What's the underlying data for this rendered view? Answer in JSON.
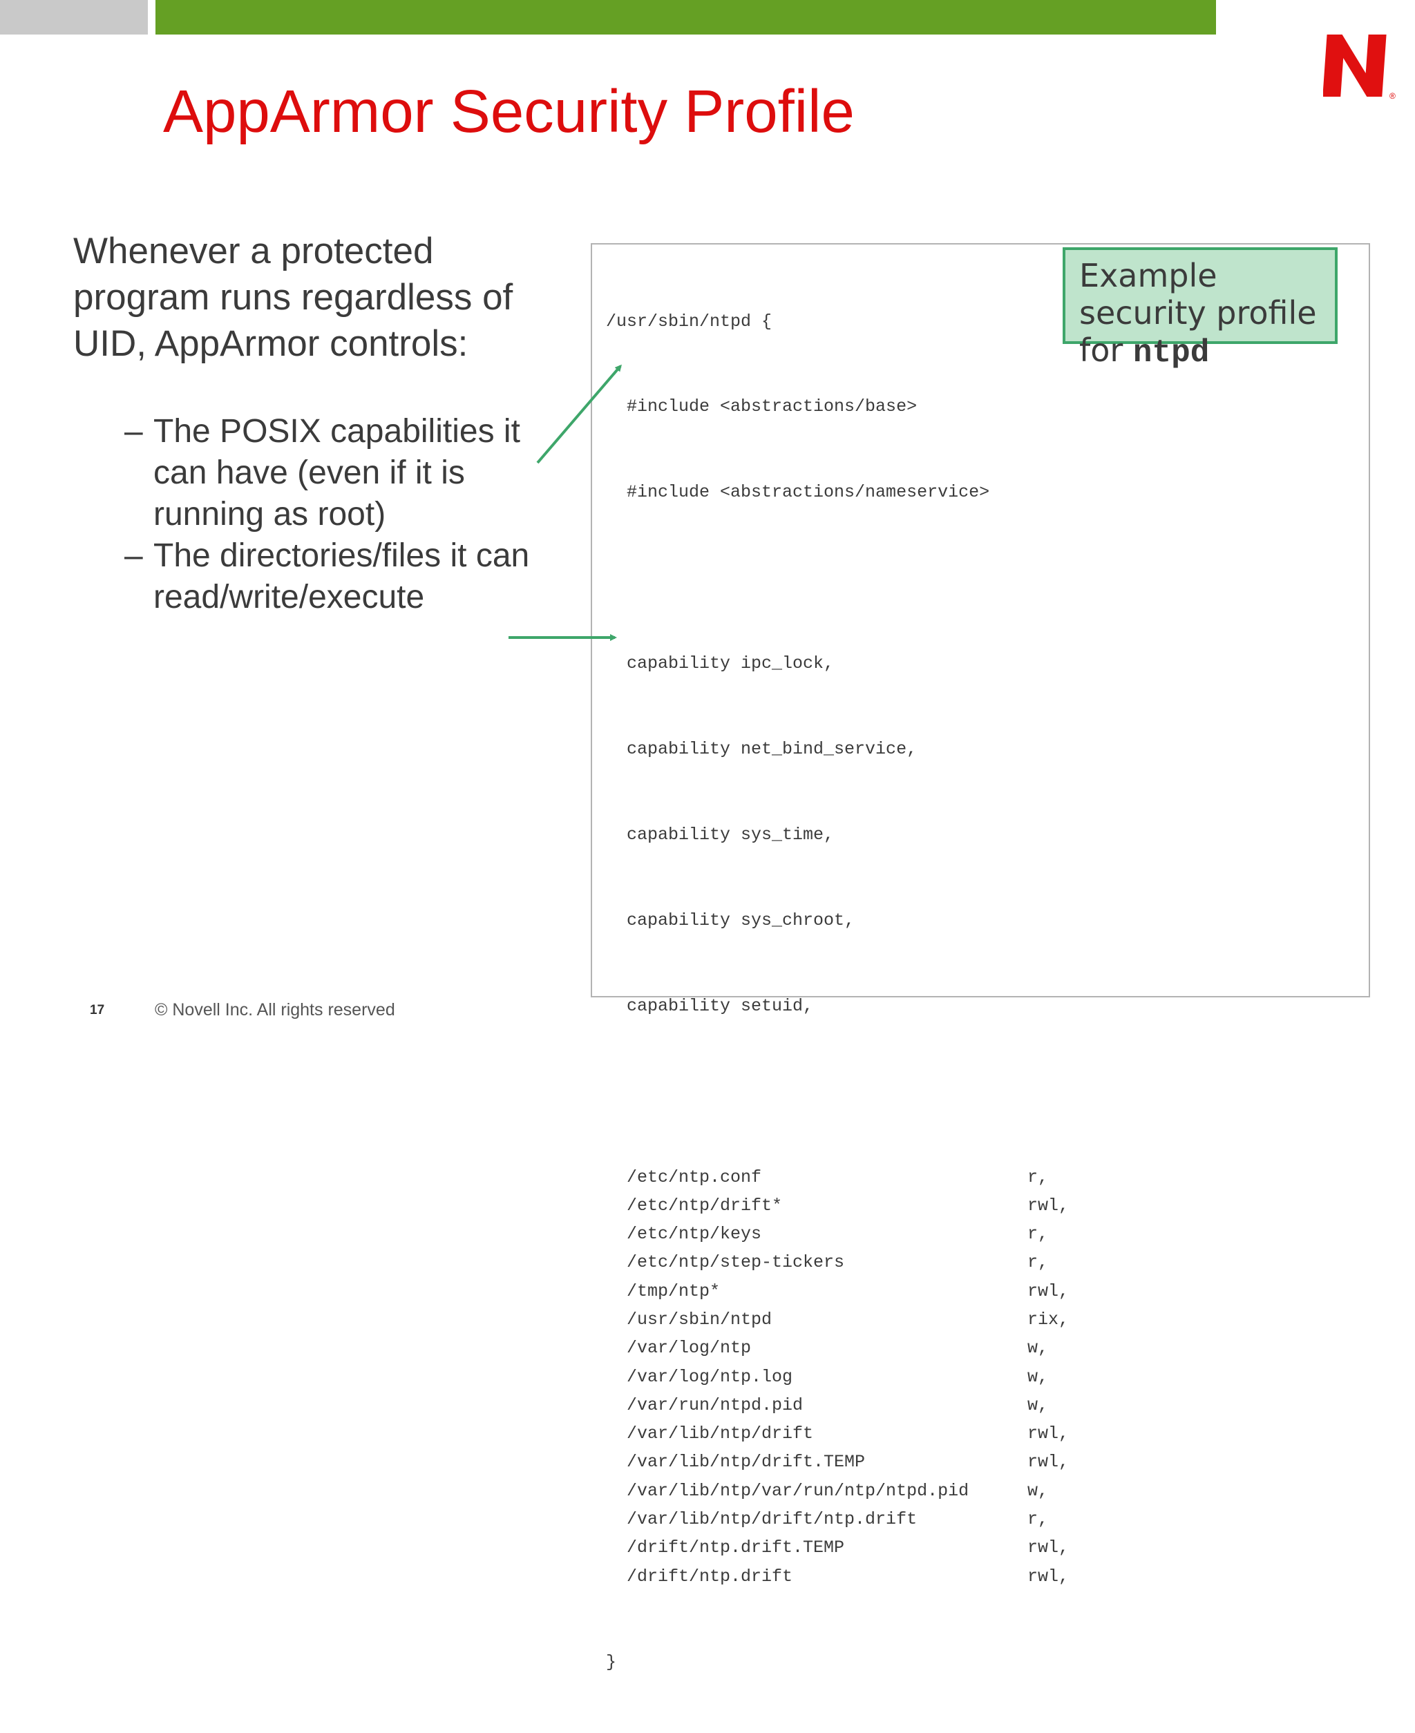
{
  "slide": {
    "title": "AppArmor Security Profile",
    "intro": "Whenever a protected program runs regardless of UID, AppArmor controls:",
    "bullets": [
      {
        "dash": "–",
        "text": "The POSIX capabilities it can have (even if it is running as root)"
      },
      {
        "dash": "–",
        "text": "The directories/files it can read/write/execute"
      }
    ],
    "logo_letter": "N",
    "logo_mark": "®"
  },
  "profile": {
    "open": "/usr/sbin/ntpd {",
    "includes": [
      "#include <abstractions/base>",
      "#include <abstractions/nameservice>"
    ],
    "capabilities": [
      "capability ipc_lock,",
      "capability net_bind_service,",
      "capability sys_time,",
      "capability sys_chroot,",
      "capability setuid,"
    ],
    "files": [
      {
        "path": "/etc/ntp.conf",
        "perm": "r,"
      },
      {
        "path": "/etc/ntp/drift*",
        "perm": "rwl,"
      },
      {
        "path": "/etc/ntp/keys",
        "perm": "r,"
      },
      {
        "path": "/etc/ntp/step-tickers",
        "perm": "r,"
      },
      {
        "path": "/tmp/ntp*",
        "perm": "rwl,"
      },
      {
        "path": "/usr/sbin/ntpd",
        "perm": "rix,"
      },
      {
        "path": "/var/log/ntp",
        "perm": "w,"
      },
      {
        "path": "/var/log/ntp.log",
        "perm": "w,"
      },
      {
        "path": "/var/run/ntpd.pid",
        "perm": "w,"
      },
      {
        "path": "/var/lib/ntp/drift",
        "perm": "rwl,"
      },
      {
        "path": "/var/lib/ntp/drift.TEMP",
        "perm": "rwl,"
      },
      {
        "path": "/var/lib/ntp/var/run/ntp/ntpd.pid",
        "perm": "w,"
      },
      {
        "path": "/var/lib/ntp/drift/ntp.drift",
        "perm": "r,"
      },
      {
        "path": "/drift/ntp.drift.TEMP",
        "perm": "rwl,"
      },
      {
        "path": "/drift/ntp.drift",
        "perm": "rwl,"
      }
    ],
    "close": "}"
  },
  "callout": {
    "text_prefix": "Example security profile for ",
    "text_code": "ntpd"
  },
  "footer": {
    "page_number": "17",
    "copyright": "©  Novell Inc.  All rights reserved"
  },
  "colors": {
    "title": "#dd0d0d",
    "accent_green": "#65a024",
    "arrow_green": "#3ea66a",
    "callout_bg": "#bfe4cc"
  }
}
